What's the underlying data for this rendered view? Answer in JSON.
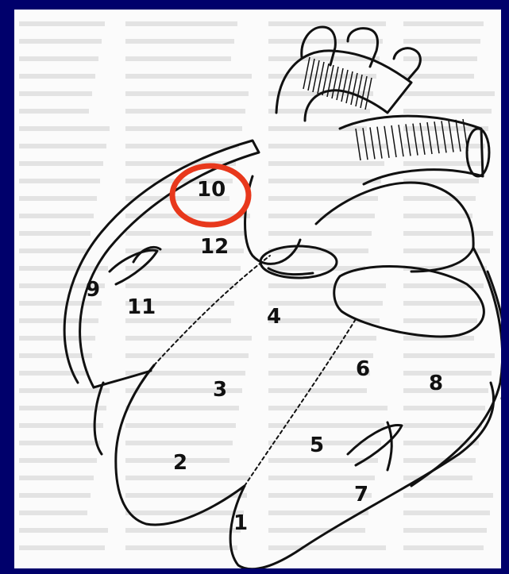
{
  "diagram": {
    "labels": {
      "l1": "1",
      "l2": "2",
      "l3": "3",
      "l4": "4",
      "l5": "5",
      "l6": "6",
      "l7": "7",
      "l8": "8",
      "l9": "9",
      "l10": "10",
      "l11": "11",
      "l12": "12"
    },
    "highlight": {
      "target": "10",
      "color": "#e8381c"
    },
    "colors": {
      "background": "#00006b",
      "paper": "#fbfbfb",
      "ink": "#111111"
    }
  }
}
